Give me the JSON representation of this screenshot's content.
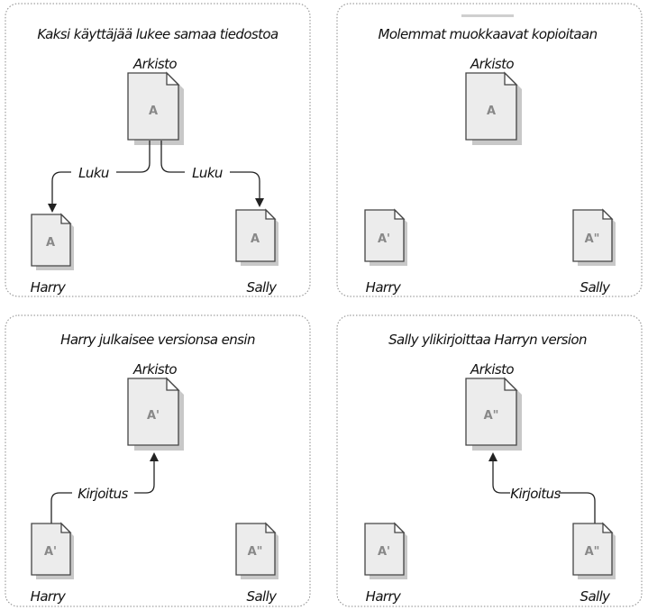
{
  "panels": [
    {
      "title": "Kaksi käyttäjää lukee samaa tiedostoa",
      "repo_label": "Arkisto",
      "repo_doc": "A",
      "user1_label": "Harry",
      "user1_doc": "A",
      "user2_label": "Sally",
      "user2_doc": "A",
      "arrow1_label": "Luku",
      "arrow2_label": "Luku"
    },
    {
      "title": "Molemmat muokkaavat kopioitaan",
      "repo_label": "Arkisto",
      "repo_doc": "A",
      "user1_label": "Harry",
      "user1_doc": "A'",
      "user2_label": "Sally",
      "user2_doc": "A\""
    },
    {
      "title": "Harry julkaisee versionsa ensin",
      "repo_label": "Arkisto",
      "repo_doc": "A'",
      "user1_label": "Harry",
      "user1_doc": "A'",
      "user2_label": "Sally",
      "user2_doc": "A\"",
      "arrow_label": "Kirjoitus"
    },
    {
      "title": "Sally ylikirjoittaa Harryn version",
      "repo_label": "Arkisto",
      "repo_doc": "A\"",
      "user1_label": "Harry",
      "user1_doc": "A'",
      "user2_label": "Sally",
      "user2_doc": "A\"",
      "arrow_label": "Kirjoitus"
    }
  ]
}
